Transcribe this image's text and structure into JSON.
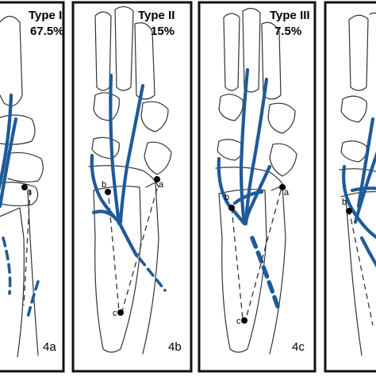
{
  "panels": [
    {
      "type": "Type I",
      "percent": "67.5%",
      "label": "4a",
      "points": [
        "a",
        "",
        ""
      ]
    },
    {
      "type": "Type II",
      "percent": "15%",
      "label": "4b",
      "points": [
        "a",
        "b",
        "c"
      ]
    },
    {
      "type": "Type III",
      "percent": "7.5%",
      "label": "4c",
      "points": [
        "a",
        "b",
        "c"
      ]
    },
    {
      "type": "",
      "percent": "",
      "label": "",
      "points": [
        "",
        "b",
        ""
      ]
    }
  ],
  "colors": {
    "vessel": "#1f5a99",
    "outline": "#333333",
    "frame": "#111111"
  }
}
